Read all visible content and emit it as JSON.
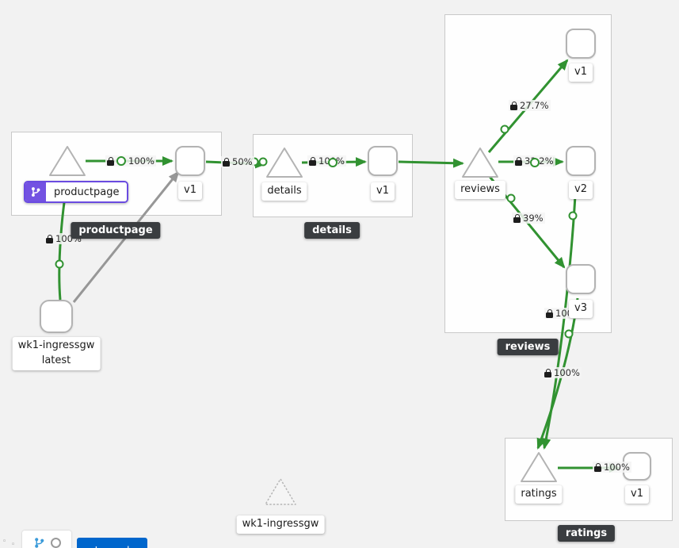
{
  "groups": {
    "productpage": "productpage",
    "details": "details",
    "reviews": "reviews",
    "ratings": "ratings"
  },
  "nodes": {
    "pp_app": "productpage",
    "pp_v1": "v1",
    "details_app": "details",
    "details_v1": "v1",
    "reviews_app": "reviews",
    "reviews_v1": "v1",
    "reviews_v2": "v2",
    "reviews_v3": "v3",
    "ratings_app": "ratings",
    "ratings_v1": "v1",
    "ingress_line1": "wk1-ingressgw",
    "ingress_line2": "latest",
    "idle_app": "wk1-ingressgw"
  },
  "edges": {
    "ing_pp": "100%",
    "pp_v1": "100%",
    "v1_details": "50%",
    "details_v1": "100%",
    "rev_v1": "27.7%",
    "rev_v2": "33.2%",
    "rev_v3": "39%",
    "v3_ratings": "100%",
    "v2_ratings": "100%",
    "rat_v1": "100%"
  },
  "footer": {
    "legend_button": "Legend"
  },
  "colors": {
    "edge_green": "#319231",
    "edge_grey": "#979797",
    "selected_purple": "#6a4be0",
    "tooltip_bg": "#3a3d40",
    "button_blue": "#0066cc"
  }
}
